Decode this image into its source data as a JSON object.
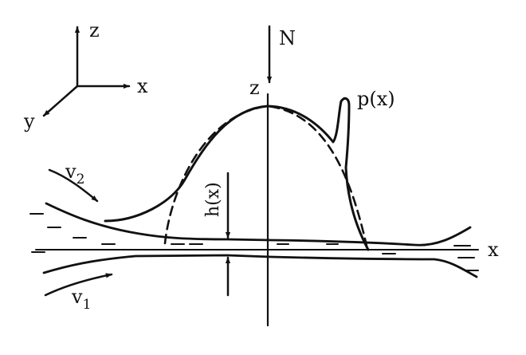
{
  "labels": {
    "axis_z_top": "z",
    "axis_x_left": "x",
    "axis_y": "y",
    "load": "N",
    "axis_z_center": "z",
    "pressure": "p(x)",
    "velocity_upper": "v",
    "velocity_upper_sub": "2",
    "film_thickness": "h(x)",
    "velocity_lower": "v",
    "velocity_lower_sub": "1",
    "axis_x_right": "x"
  },
  "colors": {
    "ink": "#111111",
    "background": "#ffffff"
  }
}
